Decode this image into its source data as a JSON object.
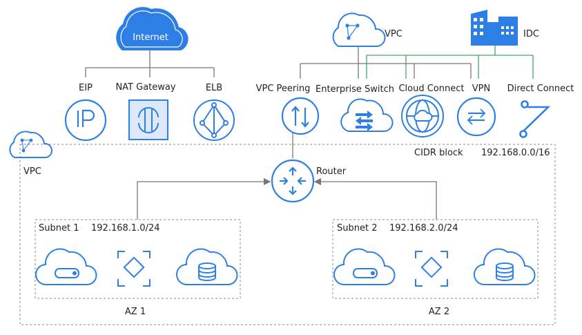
{
  "internet": {
    "label": "Internet"
  },
  "external_services": [
    {
      "label": "EIP"
    },
    {
      "label": "NAT Gateway"
    },
    {
      "label": "ELB"
    }
  ],
  "remote_vpc": {
    "label": "VPC"
  },
  "idc": {
    "label": "IDC"
  },
  "connection_services": [
    {
      "label": "VPC Peering"
    },
    {
      "label": "Enterprise Switch"
    },
    {
      "label": "Cloud Connect"
    },
    {
      "label": "VPN"
    },
    {
      "label": "Direct Connect"
    }
  ],
  "vpc": {
    "label": "VPC",
    "cidr_label": "CIDR block",
    "cidr_value": "192.168.0.0/16",
    "router_label": "Router"
  },
  "subnets": [
    {
      "label": "Subnet 1",
      "cidr": "192.168.1.0/24",
      "az": "AZ 1"
    },
    {
      "label": "Subnet 2",
      "cidr": "192.168.2.0/24",
      "az": "AZ 2"
    }
  ],
  "colors": {
    "primary_blue": "#2d7fe6",
    "light_blue": "#c8dcff",
    "gray_line": "#777777",
    "green_line": "#3fa860",
    "dashed_border": "#888888"
  }
}
